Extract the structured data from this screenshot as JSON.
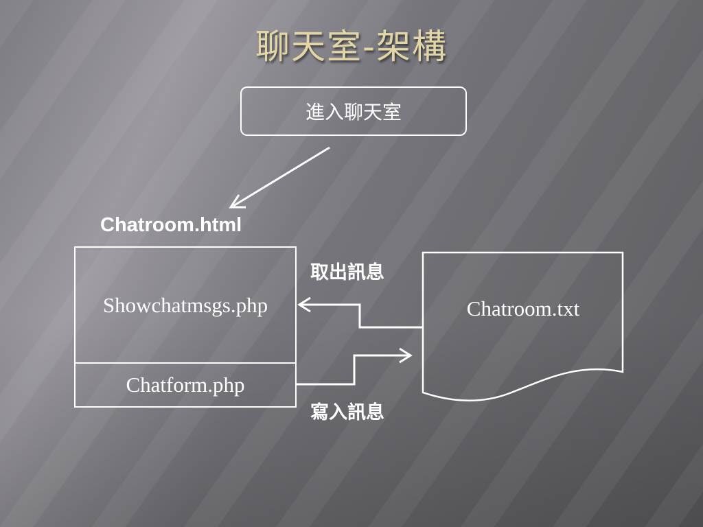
{
  "slide": {
    "title": "聊天室-架構"
  },
  "diagram": {
    "enter_chatroom": "進入聊天室",
    "html_page_label": "Chatroom.html",
    "show_messages_file": "Showchatmsgs.php",
    "chat_form_file": "Chatform.php",
    "message_store_file": "Chatroom.txt",
    "fetch_label": "取出訊息",
    "write_label": "寫入訊息"
  },
  "colors": {
    "title": "#e3d6a6",
    "lines": "#ffffff",
    "text": "#ffffff"
  }
}
